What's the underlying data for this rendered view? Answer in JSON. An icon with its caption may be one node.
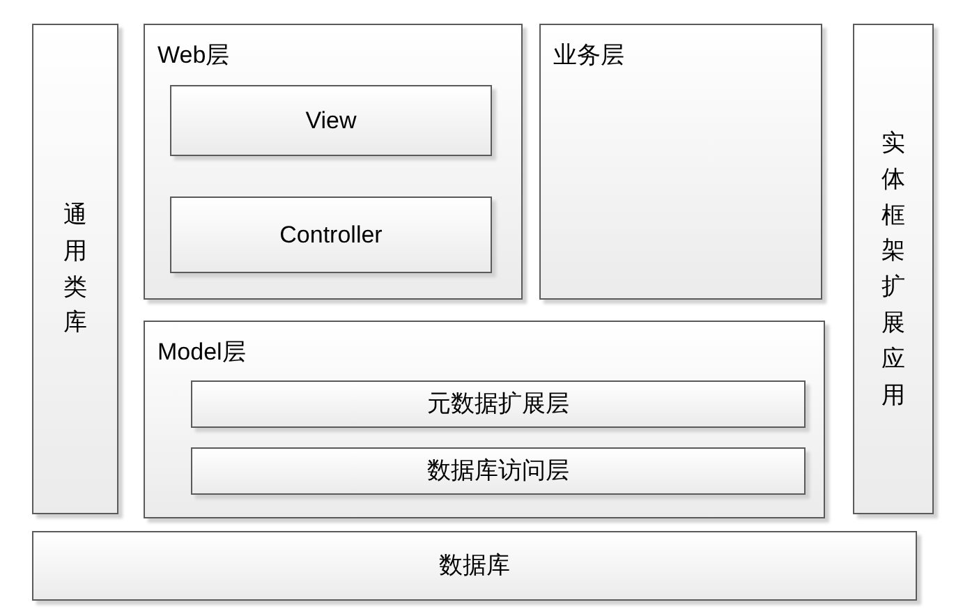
{
  "diagram": {
    "nodes": [
      {
        "text": [
          "通用类库"
        ]
      },
      {
        "text": [
          "Web层"
        ]
      },
      {
        "text": [
          "View"
        ],
        "in": 1
      },
      {
        "text": [
          "Controller"
        ],
        "in": 1
      },
      {
        "text": [
          "业务层"
        ]
      },
      {
        "text": [
          "实体框架扩展应用"
        ]
      },
      {
        "text": [
          "Model层"
        ]
      },
      {
        "text": [
          "元数据扩展层"
        ],
        "in": 6
      },
      {
        "text": [
          "数据库访问层"
        ],
        "in": 6
      },
      {
        "text": [
          "数据库"
        ]
      }
    ]
  }
}
